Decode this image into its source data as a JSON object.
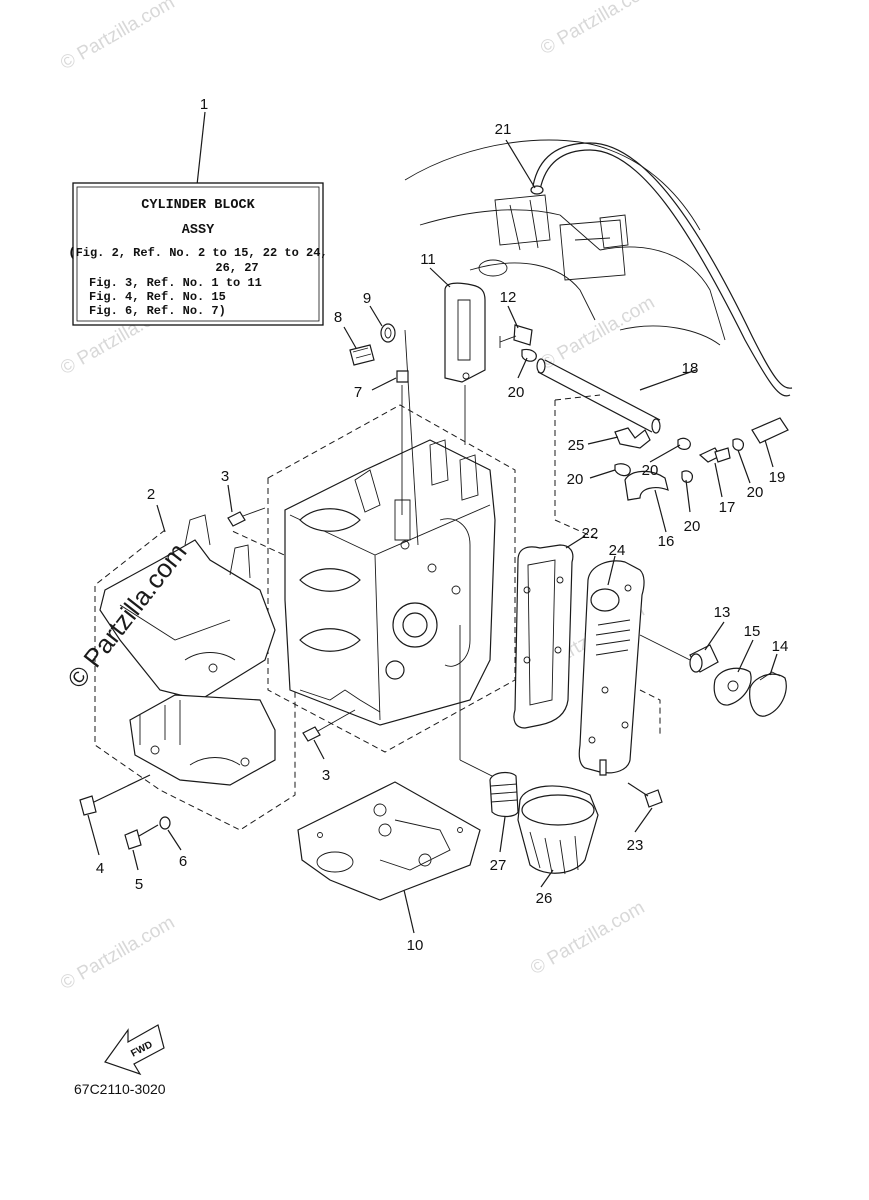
{
  "assembly_box": {
    "title": "CYLINDER BLOCK",
    "subtitle": "ASSY",
    "line1": "(Fig. 2, Ref. No. 2 to 15, 22 to 24,",
    "line2": "26, 27",
    "line3": "Fig. 3, Ref. No. 1 to 11",
    "line4": "Fig. 4, Ref. No. 15",
    "line5": "Fig. 6, Ref. No. 7)"
  },
  "callouts": {
    "c1": "1",
    "c2": "2",
    "c3a": "3",
    "c3b": "3",
    "c4": "4",
    "c5": "5",
    "c6": "6",
    "c7": "7",
    "c8": "8",
    "c9": "9",
    "c10": "10",
    "c11": "11",
    "c12": "12",
    "c13": "13",
    "c14": "14",
    "c15": "15",
    "c16": "16",
    "c17": "17",
    "c18": "18",
    "c19": "19",
    "c20a": "20",
    "c20b": "20",
    "c20c": "20",
    "c20d": "20",
    "c20e": "20",
    "c21": "21",
    "c22": "22",
    "c23": "23",
    "c24": "24",
    "c25": "25",
    "c26": "26",
    "c27": "27"
  },
  "fwd_label": "FWD",
  "diagram_code": "67C2110-3020",
  "watermark": {
    "text": "© Partzilla.com",
    "big_text": "© Partzilla.com"
  }
}
